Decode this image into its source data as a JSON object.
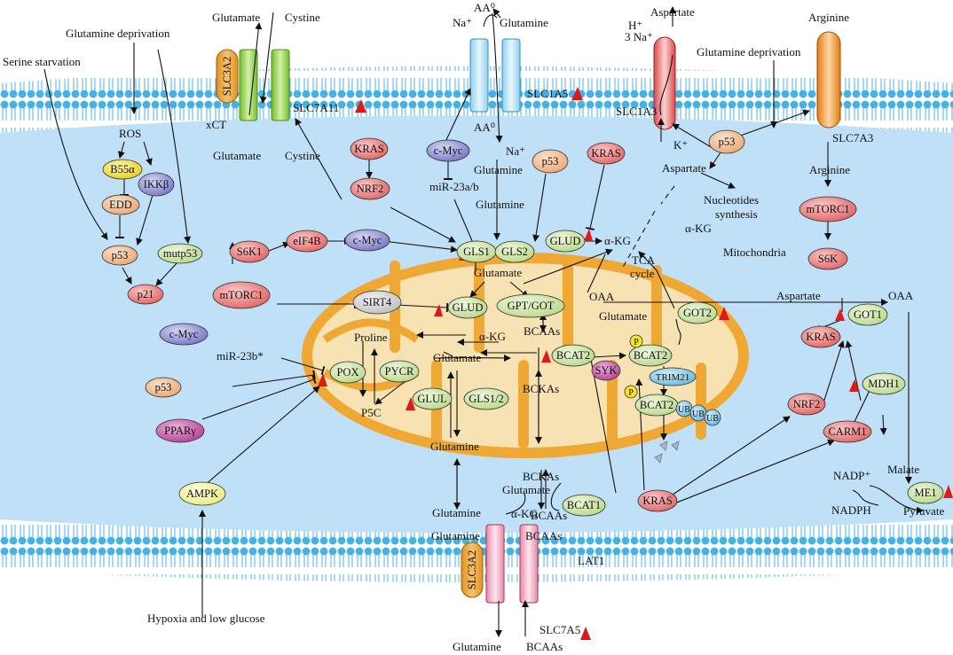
{
  "title": "",
  "colors": {
    "cytoplasm": "#bfe0f6",
    "membrane": "#4bb4e6",
    "mito_fill": "#f7e2b3",
    "mito_edge": "#efa833",
    "inhibition_marker": "#e01818",
    "red_node": "#ee7777",
    "green_node": "#cfe6a6",
    "tan_node": "#f1bf97",
    "purple_node": "#9393d3",
    "yellow_node": "#f4f6a0",
    "magenta_node": "#c856a8"
  },
  "transporters": {
    "xct": {
      "carrier": "SLC3A2",
      "complex": "xCT",
      "name": "SLC7A11",
      "top_left": "Glutamate",
      "top_right": "Cystine",
      "bottom_left": "Glutamate",
      "bottom_right": "Cystine"
    },
    "slc1a5": {
      "name": "SLC1A5",
      "aa_top": "AA⁰",
      "aa_bottom": "AA⁰",
      "na_top": "Na⁺",
      "na_bottom": "Na⁺",
      "glutamine_top": "Glutamine",
      "glutamine_bottom": "Glutamine"
    },
    "slc1a3": {
      "name": "SLC1A3",
      "aspartate_top": "Aspartate",
      "ions": "H⁺",
      "na": "3 Na⁺",
      "k": "K⁺",
      "aspartate_bottom": "Aspartate"
    },
    "slc7a3": {
      "name": "SLC7A3",
      "arginine_top": "Arginine",
      "arginine_bottom": "Arginine"
    },
    "lat1": {
      "carrier": "SLC3A2",
      "name": "SLC7A5",
      "complex": "LAT1",
      "glutamine_in": "Glutamine",
      "bcaas_in": "BCAAs",
      "glutamine_out": "Glutamine",
      "bcaas_out": "BCAAs"
    }
  },
  "labels": {
    "glutamine_deprivation_left": "Glutamine deprivation",
    "serine_starvation": "Serine starvation",
    "ros": "ROS",
    "glutamine_deprivation_right": "Glutamine deprivation",
    "aspartate_cyto": "Aspartate",
    "nucleotides": "Nucleotides\nsynthesis",
    "akg_cyto": "α-KG",
    "mitochondria": "Mitochondria",
    "mir23ab": "miR-23a/b",
    "mir23b": "miR-23b*",
    "glutamine_cyto": "Glutamine",
    "hypoxia": "Hypoxia and low glucose",
    "glutamate_mito": "Glutamate",
    "akg_mito_top": "α-KG",
    "tca": "TCA\ncycle",
    "oaa_mito": "OAA",
    "glutamate_got2": "Glutamate",
    "aspartate_right": "Aspartate",
    "oaa_right": "OAA",
    "proline": "Proline",
    "akg_mito_mid": "α-KG",
    "bcaas_mito": "BCAAs",
    "glutamate_mito_mid": "Glutamate",
    "bckas_mito": "BCKAs",
    "p5c": "P5C",
    "glutamine_mito": "Glutamine",
    "bckas_cyto": "BCKAs",
    "glutamate_bcat1": "Glutamate",
    "akg_bcat1": "α-KG",
    "bcaas_cyto": "BCAAs",
    "glutamine_bottom": "Glutamine",
    "nadp": "NADP⁺",
    "nadph": "NADPH",
    "malate": "Malate",
    "pyruvate": "Pyruvate"
  },
  "nodes": {
    "b55a": "B55α",
    "ikkb": "IKKβ",
    "edd": "EDD",
    "p53_left": "p53",
    "mutp53": "mutp53",
    "p21": "p21",
    "kras_top": "KRAS",
    "nrf2_top": "NRF2",
    "cmyc_top": "c-Myc",
    "p53_mid": "p53",
    "kras_mid": "KRAS",
    "p53_right": "p53",
    "mtorc1_right": "mTORC1",
    "s6k_right": "S6K",
    "s6k1": "S6K1",
    "eif4b": "eIF4B",
    "cmyc_mid": "c-Myc",
    "mtorc1_left": "mTORC1",
    "cmyc_low": "c-Myc",
    "p53_low": "p53",
    "ppar": "PPARγ",
    "ampk": "AMPK",
    "gls1": "GLS1",
    "gls2": "GLS2",
    "glud_top": "GLUD",
    "sirt4": "SIRT4",
    "glud_mid": "GLUD",
    "gpt_got": "GPT/GOT",
    "pox": "POX",
    "pycr": "PYCR",
    "glul": "GLUL",
    "gls12": "GLS1/2",
    "bcat2_a": "BCAT2",
    "bcat2_b": "BCAT2",
    "bcat2_c": "BCAT2",
    "trim21": "TRIM21",
    "syk": "SYK",
    "p1": "P",
    "p2": "P",
    "ub1": "UB",
    "ub2": "UB",
    "ub3": "UB",
    "got2": "GOT2",
    "got1": "GOT1",
    "kras_right": "KRAS",
    "nrf2_right": "NRF2",
    "mdh1": "MDH1",
    "carm1": "CARM1",
    "kras_low": "KRAS",
    "bcat1": "BCAT1",
    "me1": "ME1"
  }
}
